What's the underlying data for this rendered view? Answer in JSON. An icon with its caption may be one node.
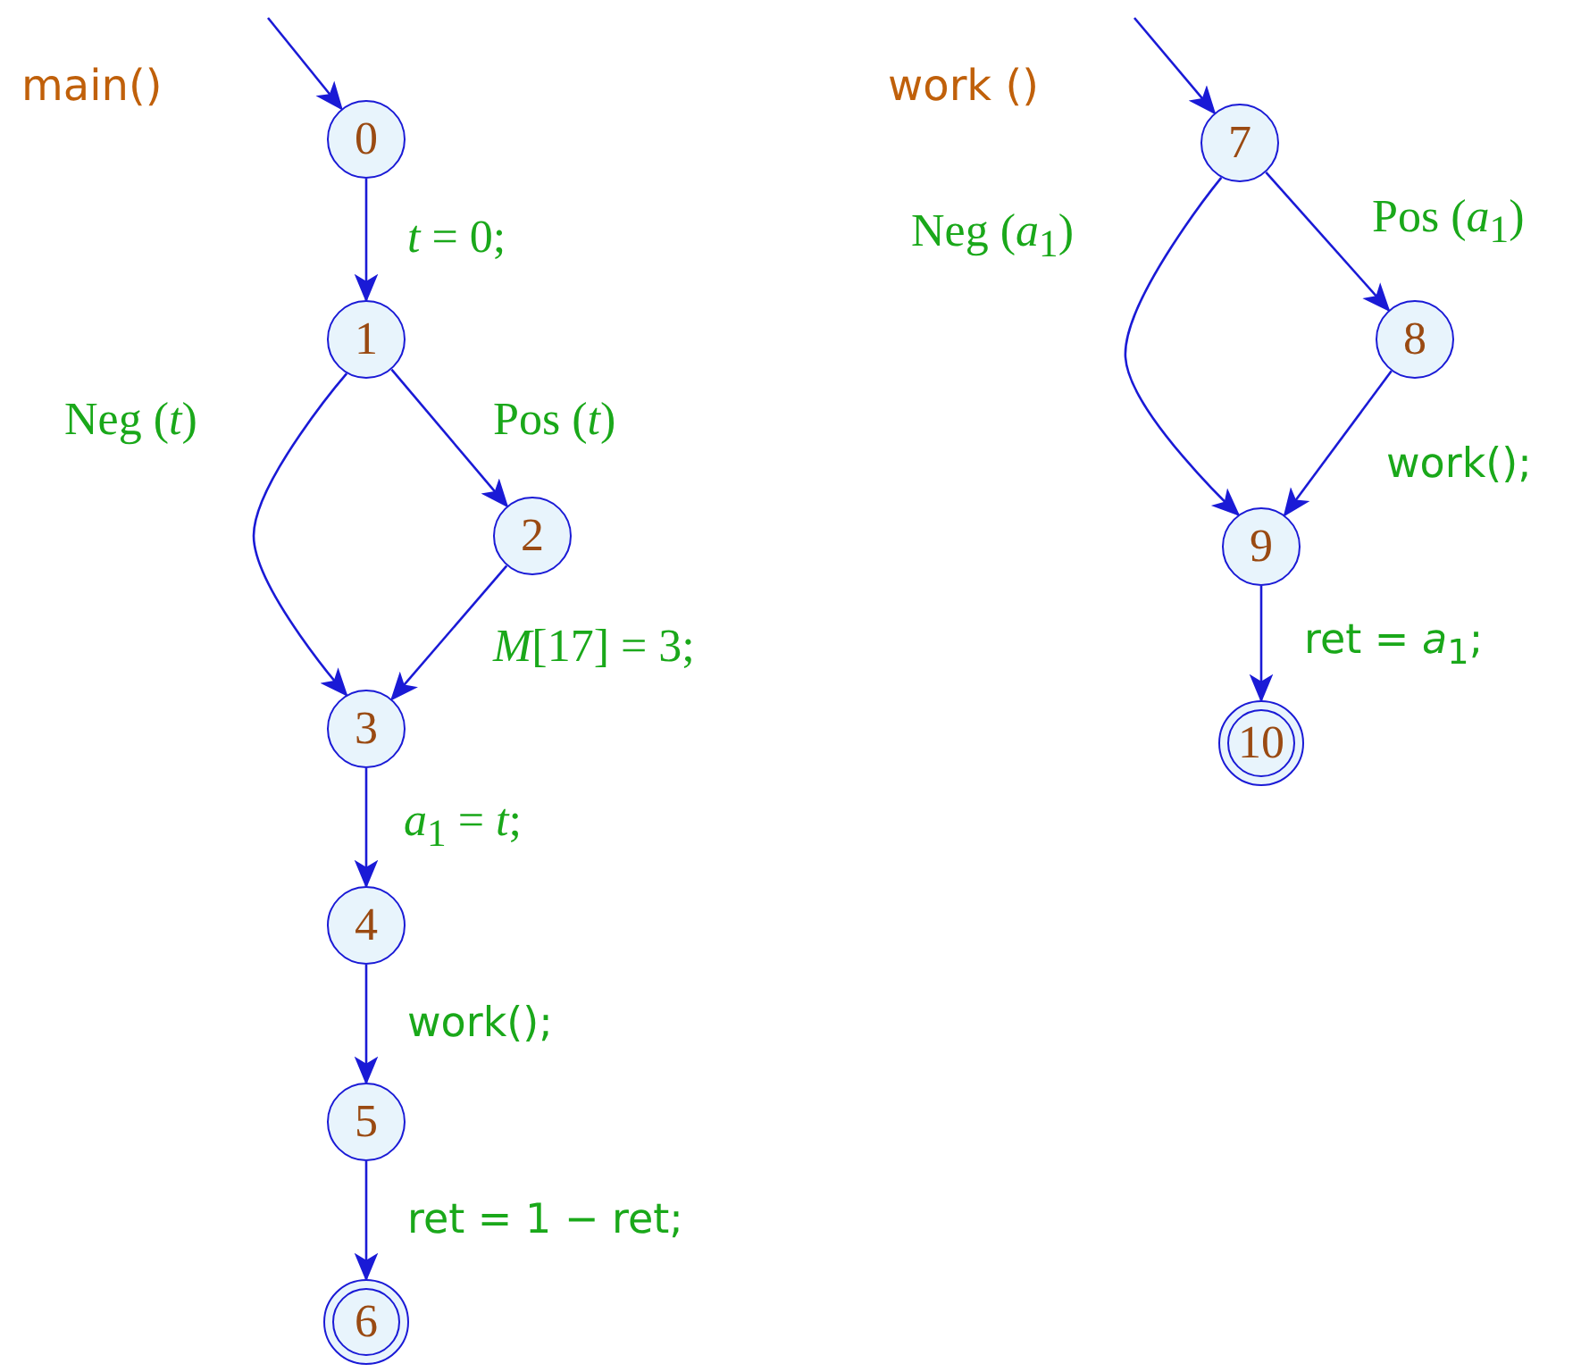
{
  "diagram": {
    "nodes": [
      {
        "text": [
          "0"
        ]
      },
      {
        "text": [
          "1"
        ]
      },
      {
        "text": [
          "2"
        ]
      },
      {
        "text": [
          "3"
        ]
      },
      {
        "text": [
          "4"
        ]
      },
      {
        "text": [
          "5"
        ]
      },
      {
        "text": [
          "6"
        ]
      },
      {
        "text": [
          "7"
        ]
      },
      {
        "text": [
          "8"
        ]
      },
      {
        "text": [
          "9"
        ]
      },
      {
        "text": [
          "10"
        ]
      }
    ],
    "edges": [
      {
        "from": null,
        "to": 0,
        "arrow": "to"
      },
      {
        "from": 0,
        "to": 1,
        "arrow": "to",
        "label": "*t* = 0;"
      },
      {
        "from": 1,
        "to": 3,
        "arrow": "to",
        "label": "Neg (*t*)"
      },
      {
        "from": 1,
        "to": 2,
        "arrow": "to",
        "label": "Pos (*t*)"
      },
      {
        "from": 2,
        "to": 3,
        "arrow": "to",
        "label": "*M*[17] = 3;"
      },
      {
        "from": 3,
        "to": 4,
        "arrow": "to",
        "label": "*a*$_{1}$ = *t*;"
      },
      {
        "from": 4,
        "to": 5,
        "arrow": "to",
        "label": "work();"
      },
      {
        "from": 5,
        "to": 6,
        "arrow": "to",
        "label": "ret = 1 − ret;"
      },
      {
        "from": null,
        "to": 7,
        "arrow": "to"
      },
      {
        "from": 7,
        "to": 9,
        "arrow": "to",
        "label": "Neg (*a*$_{1}$)"
      },
      {
        "from": 7,
        "to": 8,
        "arrow": "to",
        "label": "Pos (*a*$_{1}$)"
      },
      {
        "from": 8,
        "to": 9,
        "arrow": "to",
        "label": "work();"
      },
      {
        "from": 9,
        "to": 10,
        "arrow": "to",
        "label": "ret = *a*$_{1}$;"
      }
    ],
    "labels": [
      "main()",
      "work ()"
    ]
  }
}
